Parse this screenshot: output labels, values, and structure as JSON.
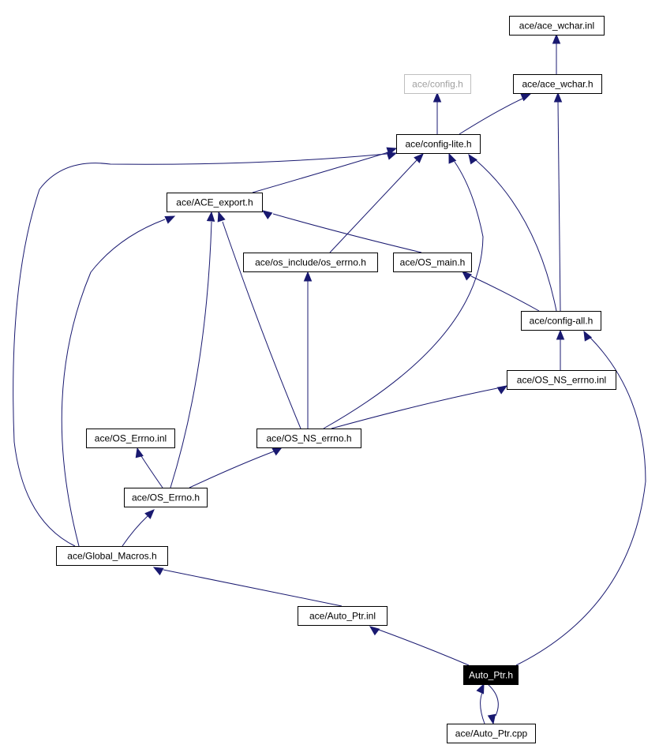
{
  "graph": {
    "nodes": [
      {
        "id": "ace_wchar_inl",
        "label": "ace/ace_wchar.inl",
        "style": "normal"
      },
      {
        "id": "config_h",
        "label": "ace/config.h",
        "style": "ghost"
      },
      {
        "id": "ace_wchar_h",
        "label": "ace/ace_wchar.h",
        "style": "normal"
      },
      {
        "id": "config_lite",
        "label": "ace/config-lite.h",
        "style": "normal"
      },
      {
        "id": "ace_export",
        "label": "ace/ACE_export.h",
        "style": "normal"
      },
      {
        "id": "os_include_errno",
        "label": "ace/os_include/os_errno.h",
        "style": "normal"
      },
      {
        "id": "os_main",
        "label": "ace/OS_main.h",
        "style": "normal"
      },
      {
        "id": "config_all",
        "label": "ace/config-all.h",
        "style": "normal"
      },
      {
        "id": "os_ns_errno_inl",
        "label": "ace/OS_NS_errno.inl",
        "style": "normal"
      },
      {
        "id": "os_errno_inl",
        "label": "ace/OS_Errno.inl",
        "style": "normal"
      },
      {
        "id": "os_ns_errno_h",
        "label": "ace/OS_NS_errno.h",
        "style": "normal"
      },
      {
        "id": "os_errno_h",
        "label": "ace/OS_Errno.h",
        "style": "normal"
      },
      {
        "id": "global_macros",
        "label": "ace/Global_Macros.h",
        "style": "normal"
      },
      {
        "id": "auto_ptr_inl",
        "label": "ace/Auto_Ptr.inl",
        "style": "normal"
      },
      {
        "id": "auto_ptr_h",
        "label": "Auto_Ptr.h",
        "style": "current"
      },
      {
        "id": "auto_ptr_cpp",
        "label": "ace/Auto_Ptr.cpp",
        "style": "normal"
      }
    ],
    "edges": [
      {
        "from": "ace_wchar_h",
        "to": "ace_wchar_inl"
      },
      {
        "from": "config_lite",
        "to": "config_h"
      },
      {
        "from": "config_lite",
        "to": "ace_wchar_h"
      },
      {
        "from": "ace_export",
        "to": "config_lite"
      },
      {
        "from": "os_include_errno",
        "to": "config_lite"
      },
      {
        "from": "os_main",
        "to": "ace_export"
      },
      {
        "from": "config_all",
        "to": "config_lite"
      },
      {
        "from": "config_all",
        "to": "ace_wchar_h"
      },
      {
        "from": "config_all",
        "to": "os_main"
      },
      {
        "from": "os_ns_errno_inl",
        "to": "config_all"
      },
      {
        "from": "os_ns_errno_h",
        "to": "os_include_errno"
      },
      {
        "from": "os_ns_errno_h",
        "to": "ace_export"
      },
      {
        "from": "os_ns_errno_h",
        "to": "config_lite"
      },
      {
        "from": "os_ns_errno_h",
        "to": "os_ns_errno_inl"
      },
      {
        "from": "os_errno_h",
        "to": "os_errno_inl"
      },
      {
        "from": "os_errno_h",
        "to": "ace_export"
      },
      {
        "from": "os_errno_h",
        "to": "os_ns_errno_h"
      },
      {
        "from": "global_macros",
        "to": "os_errno_h"
      },
      {
        "from": "global_macros",
        "to": "ace_export"
      },
      {
        "from": "global_macros",
        "to": "config_lite"
      },
      {
        "from": "auto_ptr_inl",
        "to": "global_macros"
      },
      {
        "from": "auto_ptr_h",
        "to": "auto_ptr_inl"
      },
      {
        "from": "auto_ptr_h",
        "to": "config_all"
      },
      {
        "from": "auto_ptr_h",
        "to": "auto_ptr_cpp"
      },
      {
        "from": "auto_ptr_cpp",
        "to": "auto_ptr_h"
      }
    ],
    "colors": {
      "edge": "#191970",
      "node_border": "#000000",
      "ghost_border": "#bfbfbf",
      "ghost_text": "#9f9f9f",
      "current_fill": "#000000",
      "current_text": "#ffffff"
    }
  }
}
